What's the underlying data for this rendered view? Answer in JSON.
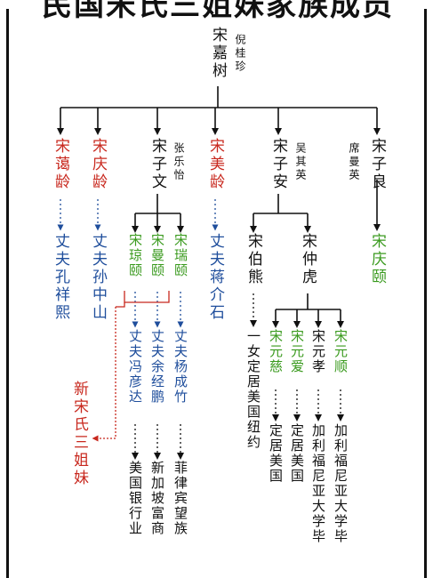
{
  "title": "民国宋氏三姐妹家族成员",
  "colors": {
    "line": "#111111",
    "red": "#c8281e",
    "blue": "#1f4e9c",
    "green": "#3a9a1e"
  },
  "root": {
    "name": "宋嘉树",
    "spouse": "倪桂珍"
  },
  "children": {
    "ailing": {
      "name": "宋蔼龄",
      "husband": "丈夫孔祥熙"
    },
    "qingling": {
      "name": "宋庆龄",
      "husband": "丈夫孙中山"
    },
    "ziwen": {
      "name": "宋子文",
      "spouse": "张乐怡"
    },
    "meiling": {
      "name": "宋美龄",
      "husband": "丈夫蒋介石"
    },
    "ziang": {
      "name": "宋子安",
      "spouse": "吴其英"
    },
    "ziliang": {
      "name": "宋子良",
      "spouse": "席曼英"
    }
  },
  "ziwen_children": [
    {
      "name": "宋琼颐",
      "husband": "丈夫冯彦达",
      "note": "美国银行业"
    },
    {
      "name": "宋曼颐",
      "husband": "丈夫余经鹏",
      "note": "新加坡富商"
    },
    {
      "name": "宋瑞颐",
      "husband": "丈夫杨成竹",
      "note": "菲律宾望族"
    }
  ],
  "new_sisters": "新宋氏三姐妹",
  "ziang_children": [
    {
      "name": "宋伯熊",
      "note": "一女定居美国纽约"
    },
    {
      "name": "宋仲虎"
    }
  ],
  "zhonghu_children": [
    {
      "name": "宋元慈",
      "note": "定居美国"
    },
    {
      "name": "宋元爱",
      "note": "定居美国"
    },
    {
      "name": "宋元孝",
      "note": "加利福尼亚大学毕"
    },
    {
      "name": "宋元顺",
      "note": "加利福尼亚大学毕"
    }
  ],
  "ziliang_child": {
    "name": "宋庆颐"
  }
}
